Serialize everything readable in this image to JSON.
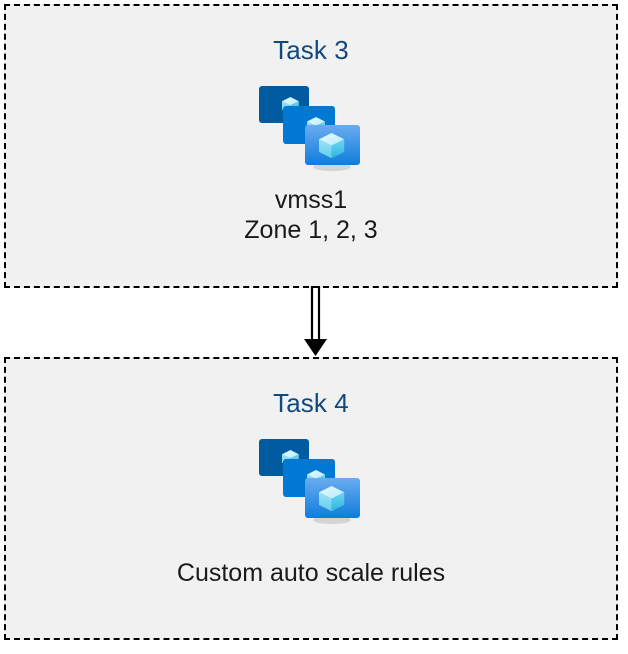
{
  "diagram": {
    "type": "flow",
    "background_color": "#ffffff",
    "box_fill_color": "#f1f1f1",
    "box_border_color": "#000000",
    "box_border_style": "dashed",
    "title_color": "#10497d",
    "caption_color": "#1a1a1a",
    "nodes": [
      {
        "id": "task-3",
        "title": "Task 3",
        "icon": "vm-scale-set-icon",
        "caption_lines": [
          "vmss1",
          "Zone 1, 2, 3"
        ]
      },
      {
        "id": "task-4",
        "title": "Task 4",
        "icon": "vm-scale-set-icon",
        "caption_lines": [
          "Custom auto scale rules"
        ]
      }
    ],
    "connector": {
      "from": "task-3",
      "to": "task-4",
      "style": "double-line-arrow",
      "direction": "down",
      "color": "#000000"
    },
    "icon_colors": {
      "monitor_back": "#005ba1",
      "monitor_middle": "#0078d4",
      "monitor_front_top": "#5ea0ef",
      "monitor_front_bottom": "#0f7ddb",
      "cube_light": "#c3f1ff",
      "cube_mid": "#9cebff",
      "cube_dark": "#32bedd",
      "stand_gray": "#b3b3b3"
    }
  }
}
